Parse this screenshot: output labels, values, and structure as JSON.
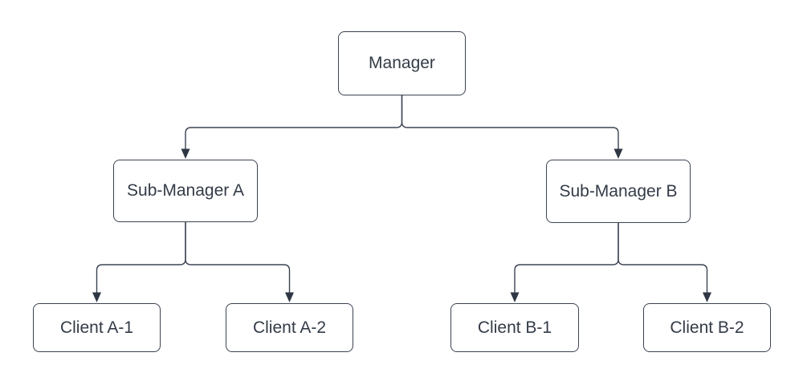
{
  "diagram": {
    "type": "org-chart",
    "colors": {
      "background": "#ffffff",
      "node_fill": "#ffffff",
      "node_border": "#3b4352",
      "connector": "#3b4352",
      "arrowhead": "#2f3744",
      "text": "#333b47"
    },
    "nodes": [
      {
        "id": "manager",
        "label": "Manager",
        "level": 1
      },
      {
        "id": "sub-manager-a",
        "label": "Sub-Manager A",
        "level": 2
      },
      {
        "id": "sub-manager-b",
        "label": "Sub-Manager B",
        "level": 2
      },
      {
        "id": "client-a1",
        "label": "Client A-1",
        "level": 3
      },
      {
        "id": "client-a2",
        "label": "Client A-2",
        "level": 3
      },
      {
        "id": "client-b1",
        "label": "Client B-1",
        "level": 3
      },
      {
        "id": "client-b2",
        "label": "Client B-2",
        "level": 3
      }
    ],
    "edges": [
      {
        "from": "manager",
        "to": "sub-manager-a"
      },
      {
        "from": "manager",
        "to": "sub-manager-b"
      },
      {
        "from": "sub-manager-a",
        "to": "client-a1"
      },
      {
        "from": "sub-manager-a",
        "to": "client-a2"
      },
      {
        "from": "sub-manager-b",
        "to": "client-b1"
      },
      {
        "from": "sub-manager-b",
        "to": "client-b2"
      }
    ]
  }
}
